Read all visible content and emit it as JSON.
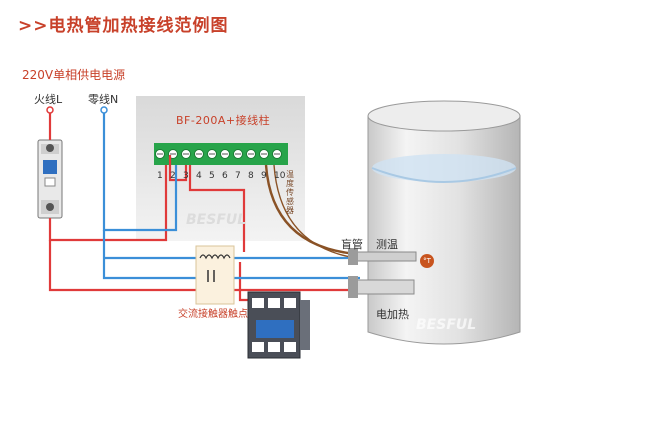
{
  "title": ">>电热管加热接线范例图",
  "supply_label": "220V单相供电电源",
  "live_label": "火线L",
  "neutral_label": "零线N",
  "controller": {
    "label": "BF-200A+接线柱",
    "terminals": [
      "1",
      "2",
      "3",
      "4",
      "5",
      "6",
      "7",
      "8",
      "9",
      "10"
    ],
    "sensor_label": "温度传感器",
    "watermark": "BESFUL"
  },
  "contactor_label": "交流接触器触点",
  "blind_pipe_label": "盲管",
  "temp_label": "测温",
  "heater_label": "电加热",
  "tank_watermark": "BESFUL",
  "temp_symbol": "°T",
  "colors": {
    "accent": "#c8412a",
    "live_wire": "#e03a3a",
    "neutral_wire": "#3b8fd8",
    "sensor_wire": "#8a5226",
    "terminal_green": "#27a44a"
  }
}
